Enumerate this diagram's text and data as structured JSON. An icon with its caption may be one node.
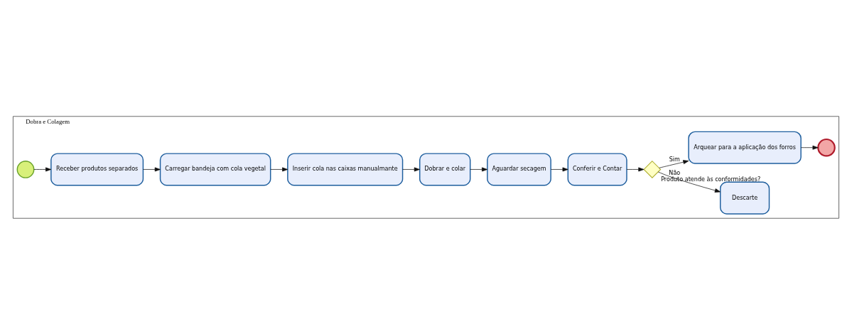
{
  "diagram": {
    "nodes": [
      {
        "text": [
          "Dobra e Colagem"
        ]
      },
      {
        "text": [],
        "shape": "circle",
        "in": 0
      },
      {
        "text": [
          "Receber produtos separados"
        ],
        "in": 0
      },
      {
        "text": [
          "Carregar bandeja com cola vegetal"
        ],
        "in": 0
      },
      {
        "text": [
          "Inserir cola nas caixas manualmante"
        ],
        "in": 0
      },
      {
        "text": [
          "Dobrar e colar"
        ],
        "in": 0
      },
      {
        "text": [
          "Aguardar secagem"
        ],
        "in": 0
      },
      {
        "text": [
          "Conferir e Contar"
        ],
        "in": 0
      },
      {
        "text": [],
        "shape": "diamond",
        "beside": [
          "Produto atende às conformidades?"
        ],
        "in": 0
      },
      {
        "text": [
          "Descarte"
        ],
        "in": 0
      },
      {
        "text": [
          "Arquear para a aplicação dos forros"
        ],
        "in": 0
      },
      {
        "text": [],
        "shape": "circle",
        "in": 0
      }
    ],
    "edges": [
      {
        "from": 1,
        "to": 2,
        "arrow": "to"
      },
      {
        "from": 2,
        "to": 3,
        "arrow": "to"
      },
      {
        "from": 3,
        "to": 4,
        "arrow": "to"
      },
      {
        "from": 4,
        "to": 5,
        "arrow": "to"
      },
      {
        "from": 5,
        "to": 6,
        "arrow": "to"
      },
      {
        "from": 6,
        "to": 7,
        "arrow": "to"
      },
      {
        "from": 7,
        "to": 8,
        "arrow": "to"
      },
      {
        "from": 8,
        "to": 9,
        "arrow": "to",
        "label": "Não"
      },
      {
        "from": 8,
        "to": 10,
        "arrow": "to",
        "label": "Sim"
      },
      {
        "from": 10,
        "to": 11,
        "arrow": "to"
      }
    ]
  }
}
